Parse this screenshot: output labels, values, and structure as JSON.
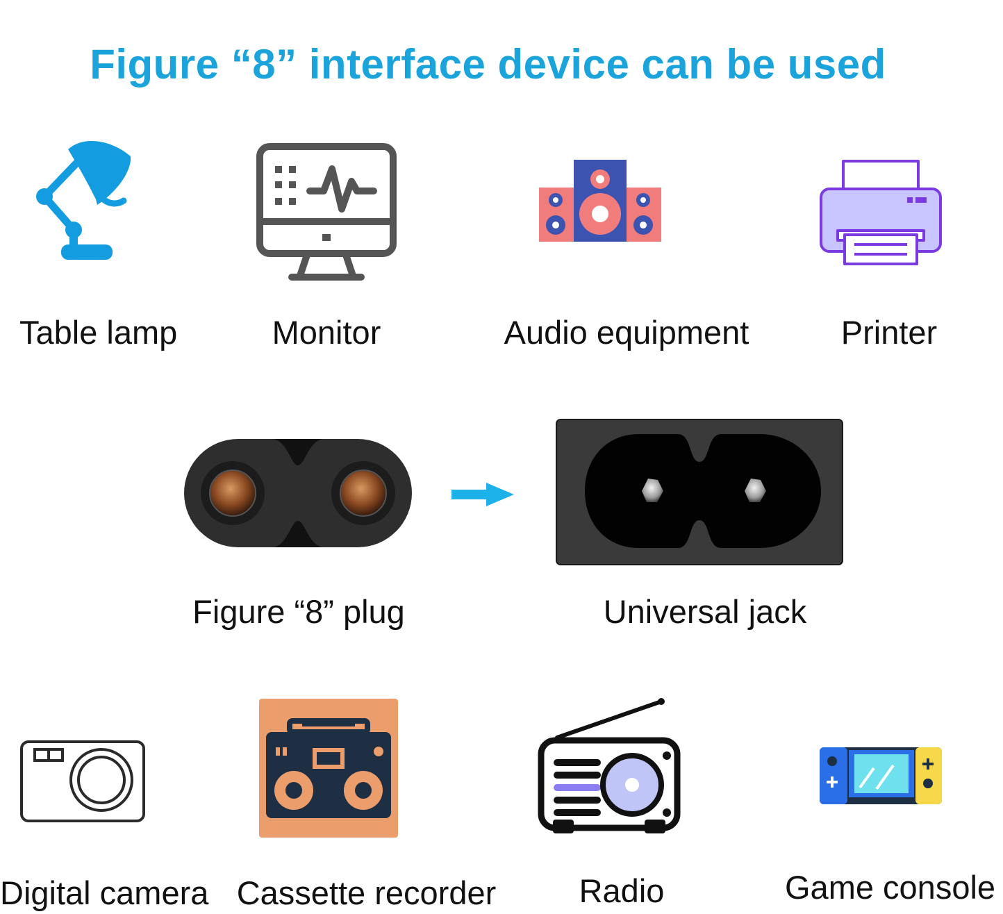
{
  "title": "Figure “8” interface device can be used",
  "colors": {
    "title": "#1ba4dc",
    "lamp": "#139de0",
    "monitor": "#555555",
    "speaker_pink": "#f07c7c",
    "speaker_blue": "#3c53b0",
    "printer_fill": "#c8c4ff",
    "printer_stroke": "#7b3be0",
    "arrow": "#1db2ea",
    "cassette_bg": "#ec9d6c",
    "cassette_body": "#1e2f44",
    "radio_accent": "#8a7ef0",
    "console_blue": "#2b6fe8",
    "console_yellow": "#f6d84a",
    "console_screen": "#6fe1ee"
  },
  "devices_top": [
    {
      "label": "Table lamp",
      "icon": "table-lamp-icon"
    },
    {
      "label": "Monitor",
      "icon": "monitor-icon"
    },
    {
      "label": "Audio equipment",
      "icon": "speaker-icon"
    },
    {
      "label": "Printer",
      "icon": "printer-icon"
    }
  ],
  "connectors": {
    "plug_label": "Figure “8” plug",
    "jack_label": "Universal jack",
    "plug_icon": "figure-8-plug-icon",
    "jack_icon": "universal-jack-icon",
    "arrow_icon": "arrow-right-icon"
  },
  "devices_bottom": [
    {
      "label": "Digital camera",
      "icon": "camera-icon"
    },
    {
      "label": "Cassette recorder",
      "icon": "boombox-icon"
    },
    {
      "label": "Radio",
      "icon": "radio-icon"
    },
    {
      "label": "Game console",
      "icon": "game-console-icon"
    }
  ]
}
